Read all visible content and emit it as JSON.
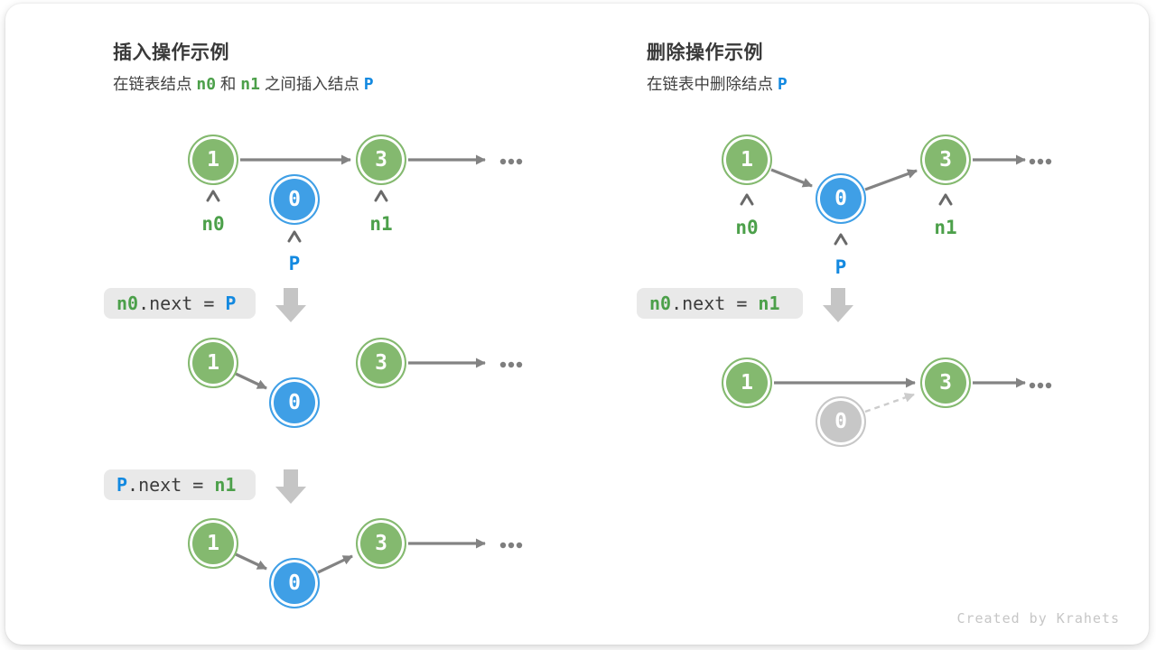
{
  "watermark": "Created by Krahets",
  "ellipsis": "...",
  "theme": {
    "node_green": "#84b96f",
    "node_blue": "#3f9fe6",
    "node_gray": "#c7c7c7",
    "text_green": "#4ca04a",
    "text_blue": "#1389e0",
    "arrow_gray": "#838383",
    "code_bg": "#e9e9e9",
    "block_arrow_gray": "#c5c5c5"
  },
  "icons": {
    "pointer": "caret-up-icon",
    "step": "block-arrow-down-icon",
    "next": "arrow-right-icon",
    "more": "ellipsis-dots"
  },
  "node_values": {
    "one": "1",
    "zero": "0",
    "three": "3"
  },
  "left": {
    "title": "插入操作示例",
    "subtitle": [
      {
        "text": "在链表结点 ",
        "cls": "seg"
      },
      {
        "text": "n0",
        "cls": "seg tok tok-green"
      },
      {
        "text": " 和 ",
        "cls": "seg"
      },
      {
        "text": "n1",
        "cls": "seg tok tok-green"
      },
      {
        "text": " 之间插入结点 ",
        "cls": "seg"
      },
      {
        "text": "P",
        "cls": "seg tok tok-blue"
      }
    ],
    "labels": {
      "n0": "n0",
      "n1": "n1",
      "p": "P"
    },
    "code1": [
      {
        "text": "n0",
        "cls": "ctok tok-green"
      },
      {
        "text": ".next = ",
        "cls": "ctok tok-dark"
      },
      {
        "text": "P",
        "cls": "ctok tok-blue"
      }
    ],
    "code2": [
      {
        "text": "P",
        "cls": "ctok tok-blue"
      },
      {
        "text": ".next = ",
        "cls": "ctok tok-dark"
      },
      {
        "text": "n1",
        "cls": "ctok tok-green"
      }
    ]
  },
  "right": {
    "title": "删除操作示例",
    "subtitle": [
      {
        "text": "在链表中删除结点 ",
        "cls": "seg"
      },
      {
        "text": "P",
        "cls": "seg tok tok-blue"
      }
    ],
    "labels": {
      "n0": "n0",
      "n1": "n1",
      "p": "P"
    },
    "code1": [
      {
        "text": "n0",
        "cls": "ctok tok-green"
      },
      {
        "text": ".next = ",
        "cls": "ctok tok-dark"
      },
      {
        "text": "n1",
        "cls": "ctok tok-green"
      }
    ]
  }
}
